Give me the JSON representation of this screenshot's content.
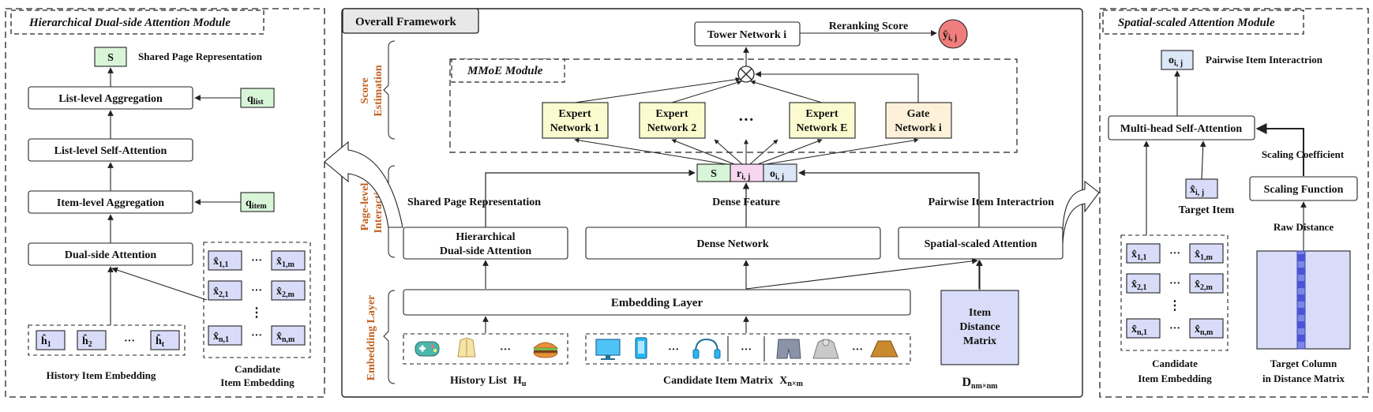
{
  "colors": {
    "green_fill": "#d8f5d8",
    "blue_fill": "#d9dcf8",
    "yellow_fill": "#fbfbcf",
    "gate_fill": "#fdf1d9",
    "pink_fill": "#f7d7ef",
    "light_blue_fill": "#dbe6f7",
    "red_fill": "#f07d7d",
    "orange_text": "#c06020",
    "stroke": "#222222"
  },
  "left": {
    "title": "Hierarchical Dual-side Attention Module",
    "s_box": "S",
    "s_caption": "Shared Page Representation",
    "list_agg": "List-level Aggregation",
    "q_list": "q",
    "q_list_sub": "list",
    "list_sa": "List-level Self-Attention",
    "item_agg": "Item-level Aggregation",
    "q_item": "q",
    "q_item_sub": "item",
    "dual_attn": "Dual-side Attention",
    "history_items": [
      {
        "base": "ĥ",
        "sub": "1"
      },
      {
        "base": "ĥ",
        "sub": "2"
      },
      {
        "base": "ĥ",
        "sub": "t"
      }
    ],
    "dots": "···",
    "vdots": "⋮",
    "history_caption": "History Item Embedding",
    "candidate_caption_1": "Candidate",
    "candidate_caption_2": "Item Embedding",
    "candidate_rows": [
      [
        {
          "base": "x̂",
          "sub": "1,1"
        },
        {
          "base": "x̂",
          "sub": "1,m"
        }
      ],
      [
        {
          "base": "x̂",
          "sub": "2,1"
        },
        {
          "base": "x̂",
          "sub": "2,m"
        }
      ],
      [
        {
          "base": "x̂",
          "sub": "n,1"
        },
        {
          "base": "x̂",
          "sub": "n,m"
        }
      ]
    ]
  },
  "middle": {
    "title": "Overall Framework",
    "tower": "Tower Network i",
    "rerank_label": "Reranking Score",
    "yhat": "ŷ",
    "yhat_sub": "i, j",
    "mmoe_title": "MMoE Module",
    "score_est_1": "Score",
    "score_est_2": "Estimation",
    "experts": [
      {
        "l1": "Expert",
        "l2": "Network 1"
      },
      {
        "l1": "Expert",
        "l2": "Network 2"
      },
      {
        "l1": "Expert",
        "l2": "Network E"
      }
    ],
    "gate": {
      "l1": "Gate",
      "l2": "Network i"
    },
    "expert_dots": "···",
    "concat": {
      "s": "S",
      "r": "r",
      "r_sub": "i, j",
      "o": "o",
      "o_sub": "i, j"
    },
    "page_level_1": "Page-level",
    "page_level_2": "Interaction",
    "shared_label": "Shared Page Representation",
    "dense_label": "Dense Feature",
    "pairwise_label": "Pairwise Item Interactrion",
    "hier_l1": "Hierarchical",
    "hier_l2": "Dual-side Attention",
    "dense_net": "Dense Network",
    "spatial_attn": "Spatial-scaled Attention",
    "embedding_layer_side": "Embedding Layer",
    "embedding_layer": "Embedding Layer",
    "item_dist_1": "Item",
    "item_dist_2": "Distance",
    "item_dist_3": "Matrix",
    "d_label": "D",
    "d_sub": "nm×nm",
    "history_list": "History List",
    "history_var": "H",
    "history_sub": "u",
    "cand_matrix": "Candidate Item Matrix",
    "cand_var": "X",
    "cand_sub": "n×m",
    "icon_dots": "···",
    "icons_history": [
      "gamepad-icon",
      "jacket-icon",
      "hamburger-icon"
    ],
    "icons_candidate": [
      "monitor-icon",
      "phone-icon",
      "headphones-icon",
      "shorts-icon",
      "hoodie-icon",
      "skirt-icon"
    ]
  },
  "right": {
    "title": "Spatial-scaled Attention Module",
    "o_box": "o",
    "o_sub": "i, j",
    "pairwise_caption": "Pairwise Item Interactrion",
    "mhsa": "Multi-head Self-Attention",
    "scaling_coef": "Scaling Coefficient",
    "scaling_fn": "Scaling Function",
    "raw_distance": "Raw Distance",
    "target_item_box": "x̂",
    "target_item_sub": "i, j",
    "target_item": "Target Item",
    "candidate_caption_1": "Candidate",
    "candidate_caption_2": "Item Embedding",
    "target_col_1": "Target Column",
    "target_col_2": "in Distance Matrix",
    "candidate_rows": [
      [
        {
          "base": "x̂",
          "sub": "1,1"
        },
        {
          "base": "x̂",
          "sub": "1,m"
        }
      ],
      [
        {
          "base": "x̂",
          "sub": "2,1"
        },
        {
          "base": "x̂",
          "sub": "2,m"
        }
      ],
      [
        {
          "base": "x̂",
          "sub": "n,1"
        },
        {
          "base": "x̂",
          "sub": "n,m"
        }
      ]
    ],
    "dots": "···",
    "vdots": "⋮"
  }
}
